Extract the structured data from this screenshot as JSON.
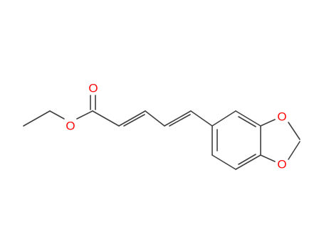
{
  "molecule": {
    "colors": {
      "carbon_bond": "#3f3f3f",
      "oxygen": "#ff0d0d",
      "background": "#ffffff"
    },
    "atoms": [
      {
        "id": "o_carbonyl",
        "element": "O",
        "label": "O"
      },
      {
        "id": "o_ester",
        "element": "O",
        "label": "O"
      },
      {
        "id": "o_ring_1",
        "element": "O",
        "label": "O"
      },
      {
        "id": "o_ring_2",
        "element": "O",
        "label": "O"
      }
    ]
  }
}
